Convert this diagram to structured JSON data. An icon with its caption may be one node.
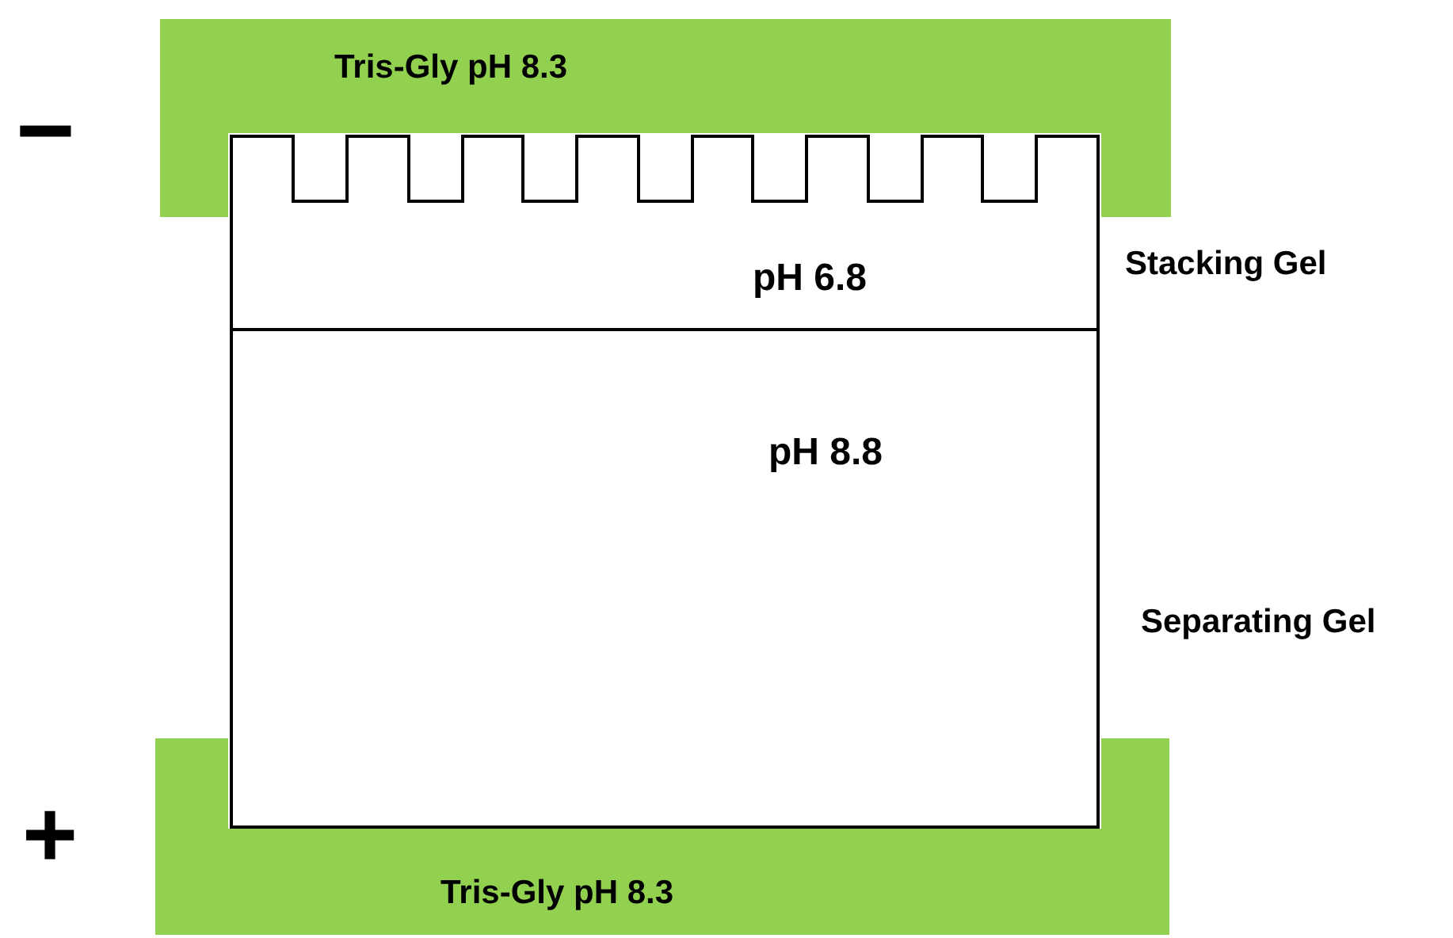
{
  "diagram": {
    "nodes": [
      {
        "text": [
          "Tris-Gly pH 8.3"
        ]
      },
      {
        "text": [
          "Tris-Gly pH 8.3"
        ]
      },
      {
        "text": [
          "pH 6.8"
        ],
        "beside": [
          "Stacking Gel"
        ]
      },
      {
        "text": [
          "pH 8.8"
        ],
        "beside": [
          "Separating Gel"
        ]
      }
    ],
    "edges": [],
    "labels": [
      "−",
      "+"
    ]
  }
}
